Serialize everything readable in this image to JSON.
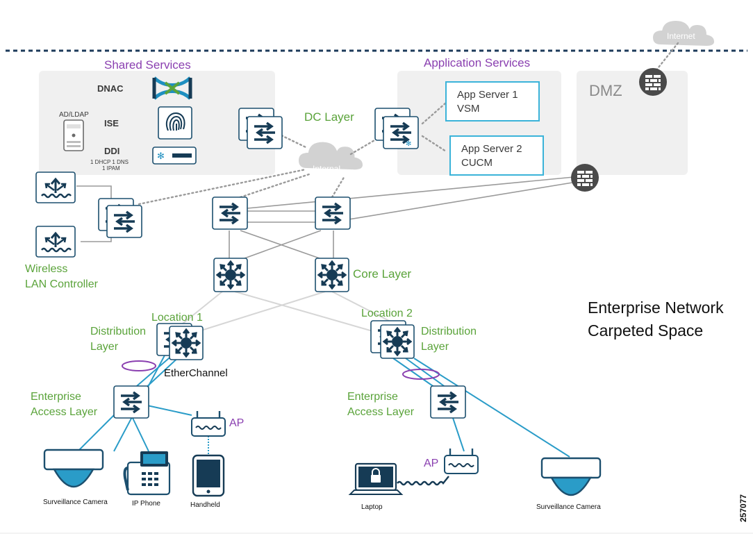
{
  "title": {
    "line1": "Enterprise Network",
    "line2": "Carpeted Space"
  },
  "figure_id": "257077",
  "zones": {
    "shared_services": "Shared Services",
    "application_services": "Application Services",
    "dmz": "DMZ"
  },
  "clouds": {
    "internet": "Internet",
    "internal": "Internal"
  },
  "shared": {
    "dnac": "DNAC",
    "ad_ldap": "AD/LDAP",
    "ise": "ISE",
    "ddi": "DDI",
    "ddi_sub1": "1 DHCP 1 DNS",
    "ddi_sub2": "1 IPAM"
  },
  "apps": {
    "server1_line1": "App Server 1",
    "server1_line2": "VSM",
    "server2_line1": "App Server 2",
    "server2_line2": "CUCM"
  },
  "layers": {
    "dc": "DC Layer",
    "core": "Core Layer",
    "wlc_line1": "Wireless",
    "wlc_line2": "LAN Controller",
    "location1": "Location 1",
    "location2": "Location 2",
    "dist1_line1": "Distribution",
    "dist1_line2": "Layer",
    "dist2_line1": "Distribution",
    "dist2_line2": "Layer",
    "etherchannel": "EtherChannel",
    "access1_line1": "Enterprise",
    "access1_line2": "Access Layer",
    "access2_line1": "Enterprise",
    "access2_line2": "Access Layer",
    "ap1": "AP",
    "ap2": "AP"
  },
  "endpoints": {
    "camera1": "Surveillance Camera",
    "phone": "IP Phone",
    "handheld": "Handheld",
    "laptop": "Laptop",
    "camera2": "Surveillance Camera"
  },
  "icons": [
    "cloud-icon",
    "firewall-icon",
    "switch-icon",
    "router-icon",
    "wlc-icon",
    "dnac-icon",
    "fingerprint-icon",
    "ddi-icon",
    "server-icon",
    "access-point-icon",
    "camera-icon",
    "phone-icon",
    "tablet-icon",
    "laptop-icon"
  ],
  "colors": {
    "layer_label": "#5aa33a",
    "zone_label": "#8a3fb0",
    "device": "#163b55",
    "link_blue": "#2a9cc8",
    "app_border": "#3ab3d9",
    "zone_bg": "#f0f0f0"
  }
}
